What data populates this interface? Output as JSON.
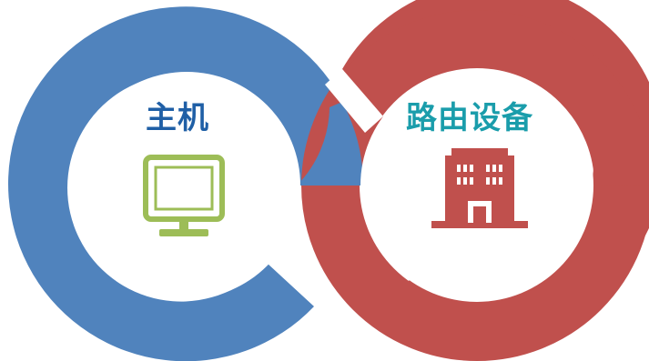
{
  "diagram": {
    "nodes": [
      {
        "id": "host",
        "label": "主机",
        "icon": "monitor-icon",
        "ring_color": "#5083bd",
        "label_color": "#1f5fa6",
        "icon_color": "#9dbd57"
      },
      {
        "id": "router",
        "label": "路由设备",
        "icon": "building-icon",
        "ring_color": "#c0504d",
        "label_color": "#1a9dab",
        "icon_color": "#c0504d"
      }
    ]
  }
}
